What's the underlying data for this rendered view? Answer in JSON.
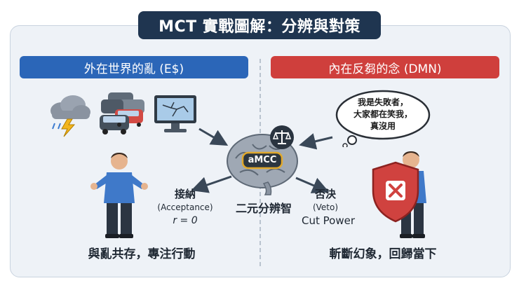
{
  "title": "MCT 實戰圖解：分辨與對策",
  "left": {
    "header": "外在世界的亂 (E$)",
    "action_label": "接納",
    "action_sub": "(Acceptance)",
    "action_formula": "r = 0",
    "footer": "與亂共存，專注行動"
  },
  "right": {
    "header": "內在反芻的念 (DMN)",
    "thought": [
      "我是失敗者，",
      "大家都在笑我，",
      "真沒用"
    ],
    "action_label": "否決",
    "action_sub": "(Veto)",
    "action_power": "Cut Power",
    "footer": "斬斷幻象，回歸當下"
  },
  "center": {
    "brain_tag": "aMCC",
    "caption": "二元分辨智"
  },
  "colors": {
    "blue": "#2b66b8",
    "red": "#cf3f3c",
    "navy": "#1f3550",
    "gold": "#e1a92c"
  },
  "icons": [
    "storm-cloud-icon",
    "traffic-jam-icon",
    "broken-monitor-icon",
    "brain-icon",
    "scales-icon",
    "person-shrug-icon",
    "shield-x-icon",
    "thought-bubble-icon"
  ]
}
